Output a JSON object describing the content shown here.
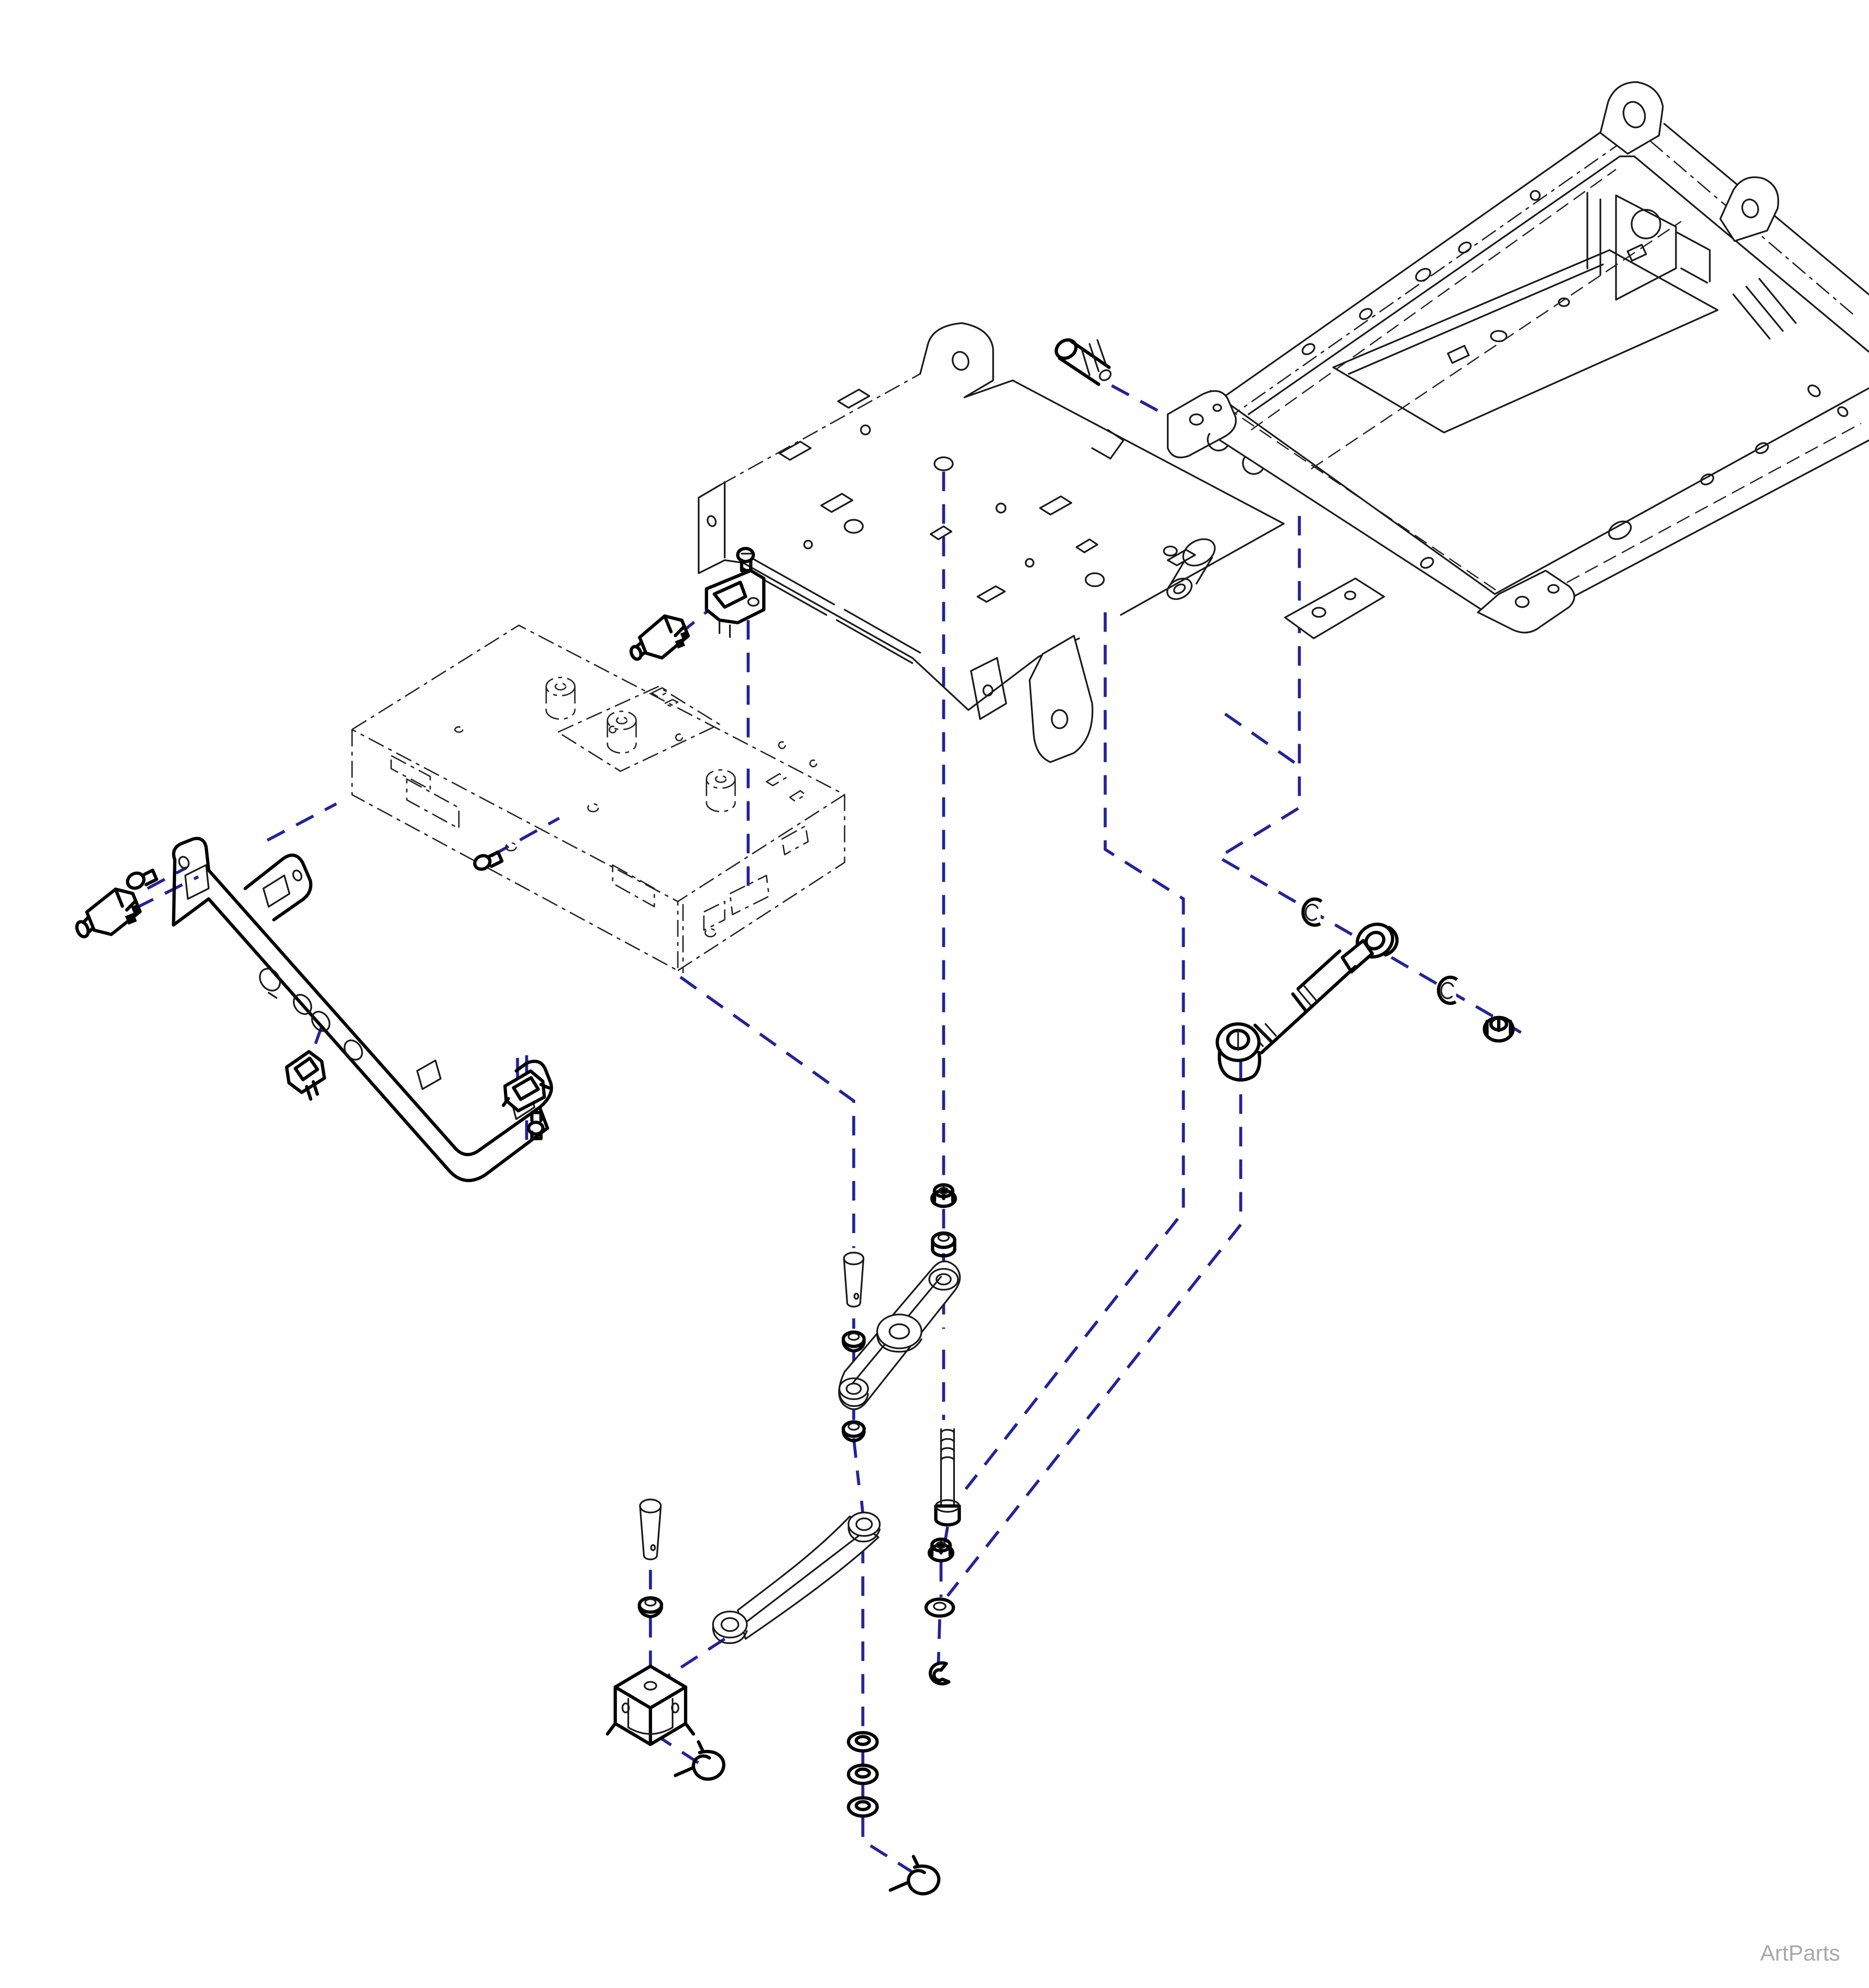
{
  "watermark": {
    "label": "ArtParts"
  },
  "colors": {
    "assembly_line": "#23239B",
    "part_line": "#1A1A1A",
    "watermark": "#A9A9A9",
    "background": "#FFFFFF"
  },
  "diagram": {
    "type": "exploded-parts-diagram",
    "style": "isometric line art with dashed assembly alignment lines",
    "parts": [
      "seat frame",
      "seat mounting plate",
      "controller box",
      "support bracket",
      "interlock switch",
      "switch mounting bracket",
      "mounting screw",
      "shoulder bolt",
      "turnbuckle link",
      "retaining ring",
      "flange lock nut",
      "bell crank",
      "clevis pin",
      "cup washer",
      "pivot bushing",
      "shoulder screw",
      "flange nut",
      "flat washer",
      "e-ring",
      "washer stack",
      "drag link",
      "pivot channel bracket",
      "hairpin cotter pin"
    ]
  }
}
